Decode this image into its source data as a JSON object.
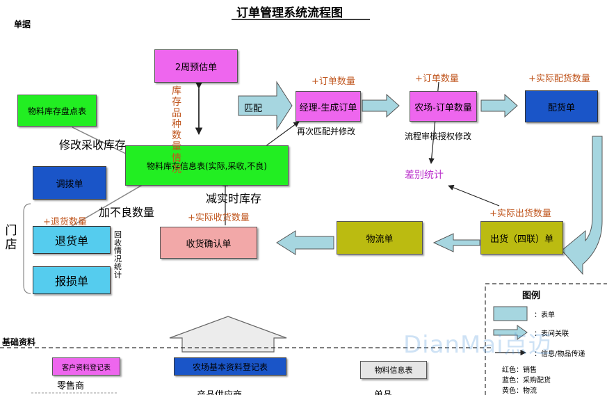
{
  "title": "订单管理系统流程图",
  "section_docs": "单据",
  "section_base": "基础资料",
  "boxes": {
    "forecast": "2周预估单",
    "inventory_check": "物料库存盘点表",
    "inventory_info": "物料库存信息表(实际,采收,不良)",
    "transfer": "调拨单",
    "return": "退货单",
    "damage": "报损单",
    "receipt": "收货确认单",
    "manager_order": "经理-生成订单",
    "farm_order": "农场-订单数量",
    "allocation": "配货单",
    "logistics": "物流单",
    "shipment": "出货（四联）单",
    "customer_reg": "客户资料登记表",
    "farm_reg": "农场基本资料登记表",
    "material_info": "物料信息表"
  },
  "labels": {
    "stock_vertical": "库存品种数量情况",
    "match": "匹配",
    "add_order_qty_1": "+订单数量",
    "add_order_qty_2": "+订单数量",
    "add_actual_alloc": "+实际配货数量",
    "rematch": "再次匹配并修改",
    "approval": "流程审核授权修改",
    "diff_stats": "差别统计",
    "modify_stock": "修改采收库存",
    "add_defect": "加不良数量",
    "reduce_stock": "减实时库存",
    "add_actual_receipt": "+实际收货数量",
    "add_return_qty": "+退货数量",
    "add_actual_ship": "+实际出货数量",
    "store": "门店",
    "recovery_stats": "回收情况统计",
    "retailer": "零售商",
    "base_cut_1": "产品供应商",
    "base_cut_2": "单品"
  },
  "legend": {
    "title": "图例",
    "item_form": "：表单",
    "item_relation": "：表间关联",
    "item_flow": "：信息/物品传递",
    "red": "红色：销售",
    "blue": "蓝色：采购配货",
    "yellow": "黄色：物流"
  },
  "watermark": "DianMai点迈",
  "colors": {
    "magenta": "#ee66ee",
    "green": "#22ee22",
    "blue": "#1a55c8",
    "cyan": "#55ccee",
    "olive": "#bbbb11",
    "pink": "#f2a8a8",
    "arrow_fill": "#a6d6e0",
    "orange_text": "#c0561e",
    "purple_text": "#bb33cc"
  }
}
